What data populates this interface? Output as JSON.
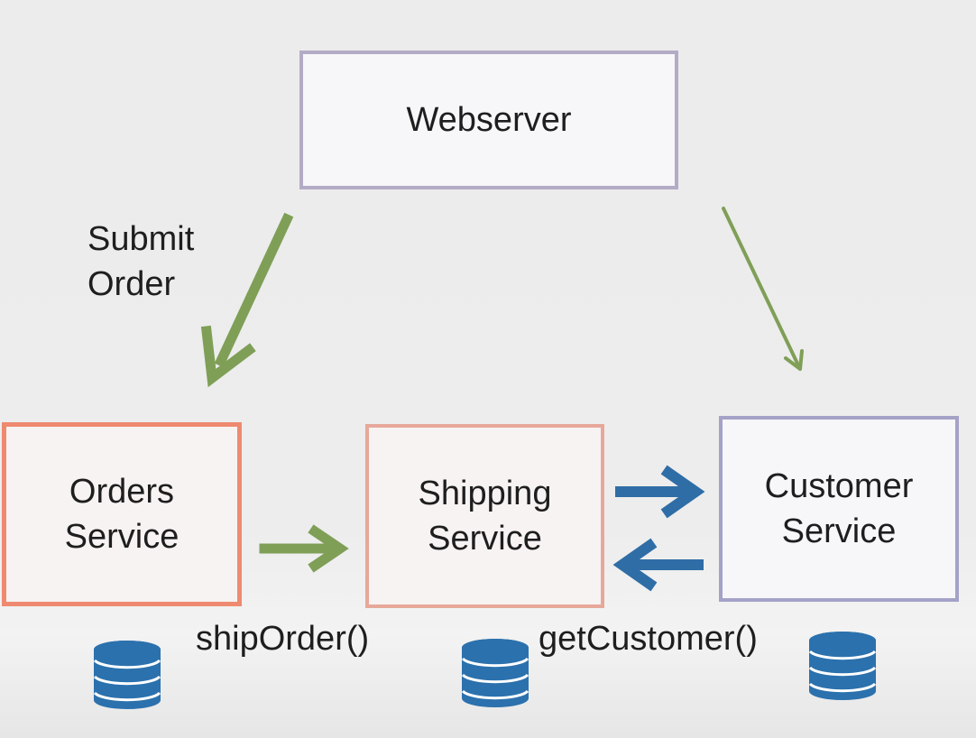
{
  "diagram": {
    "nodes": {
      "webserver": "Webserver",
      "orders": "Orders\nService",
      "shipping": "Shipping\nService",
      "customer": "Customer\nService"
    },
    "labels": {
      "submit_order": "Submit\nOrder",
      "ship_order": "shipOrder()",
      "get_customer": "getCustomer()"
    },
    "colors": {
      "green_arrow": "#7f9f57",
      "blue_arrow": "#2f6da6",
      "database": "#2b71ad",
      "orders_border": "#ee8a70",
      "shipping_border": "#e7a89a",
      "customer_border": "#a5a2c8",
      "webserver_border": "#b3abc6"
    },
    "icons": {
      "database": "database-icon"
    }
  }
}
